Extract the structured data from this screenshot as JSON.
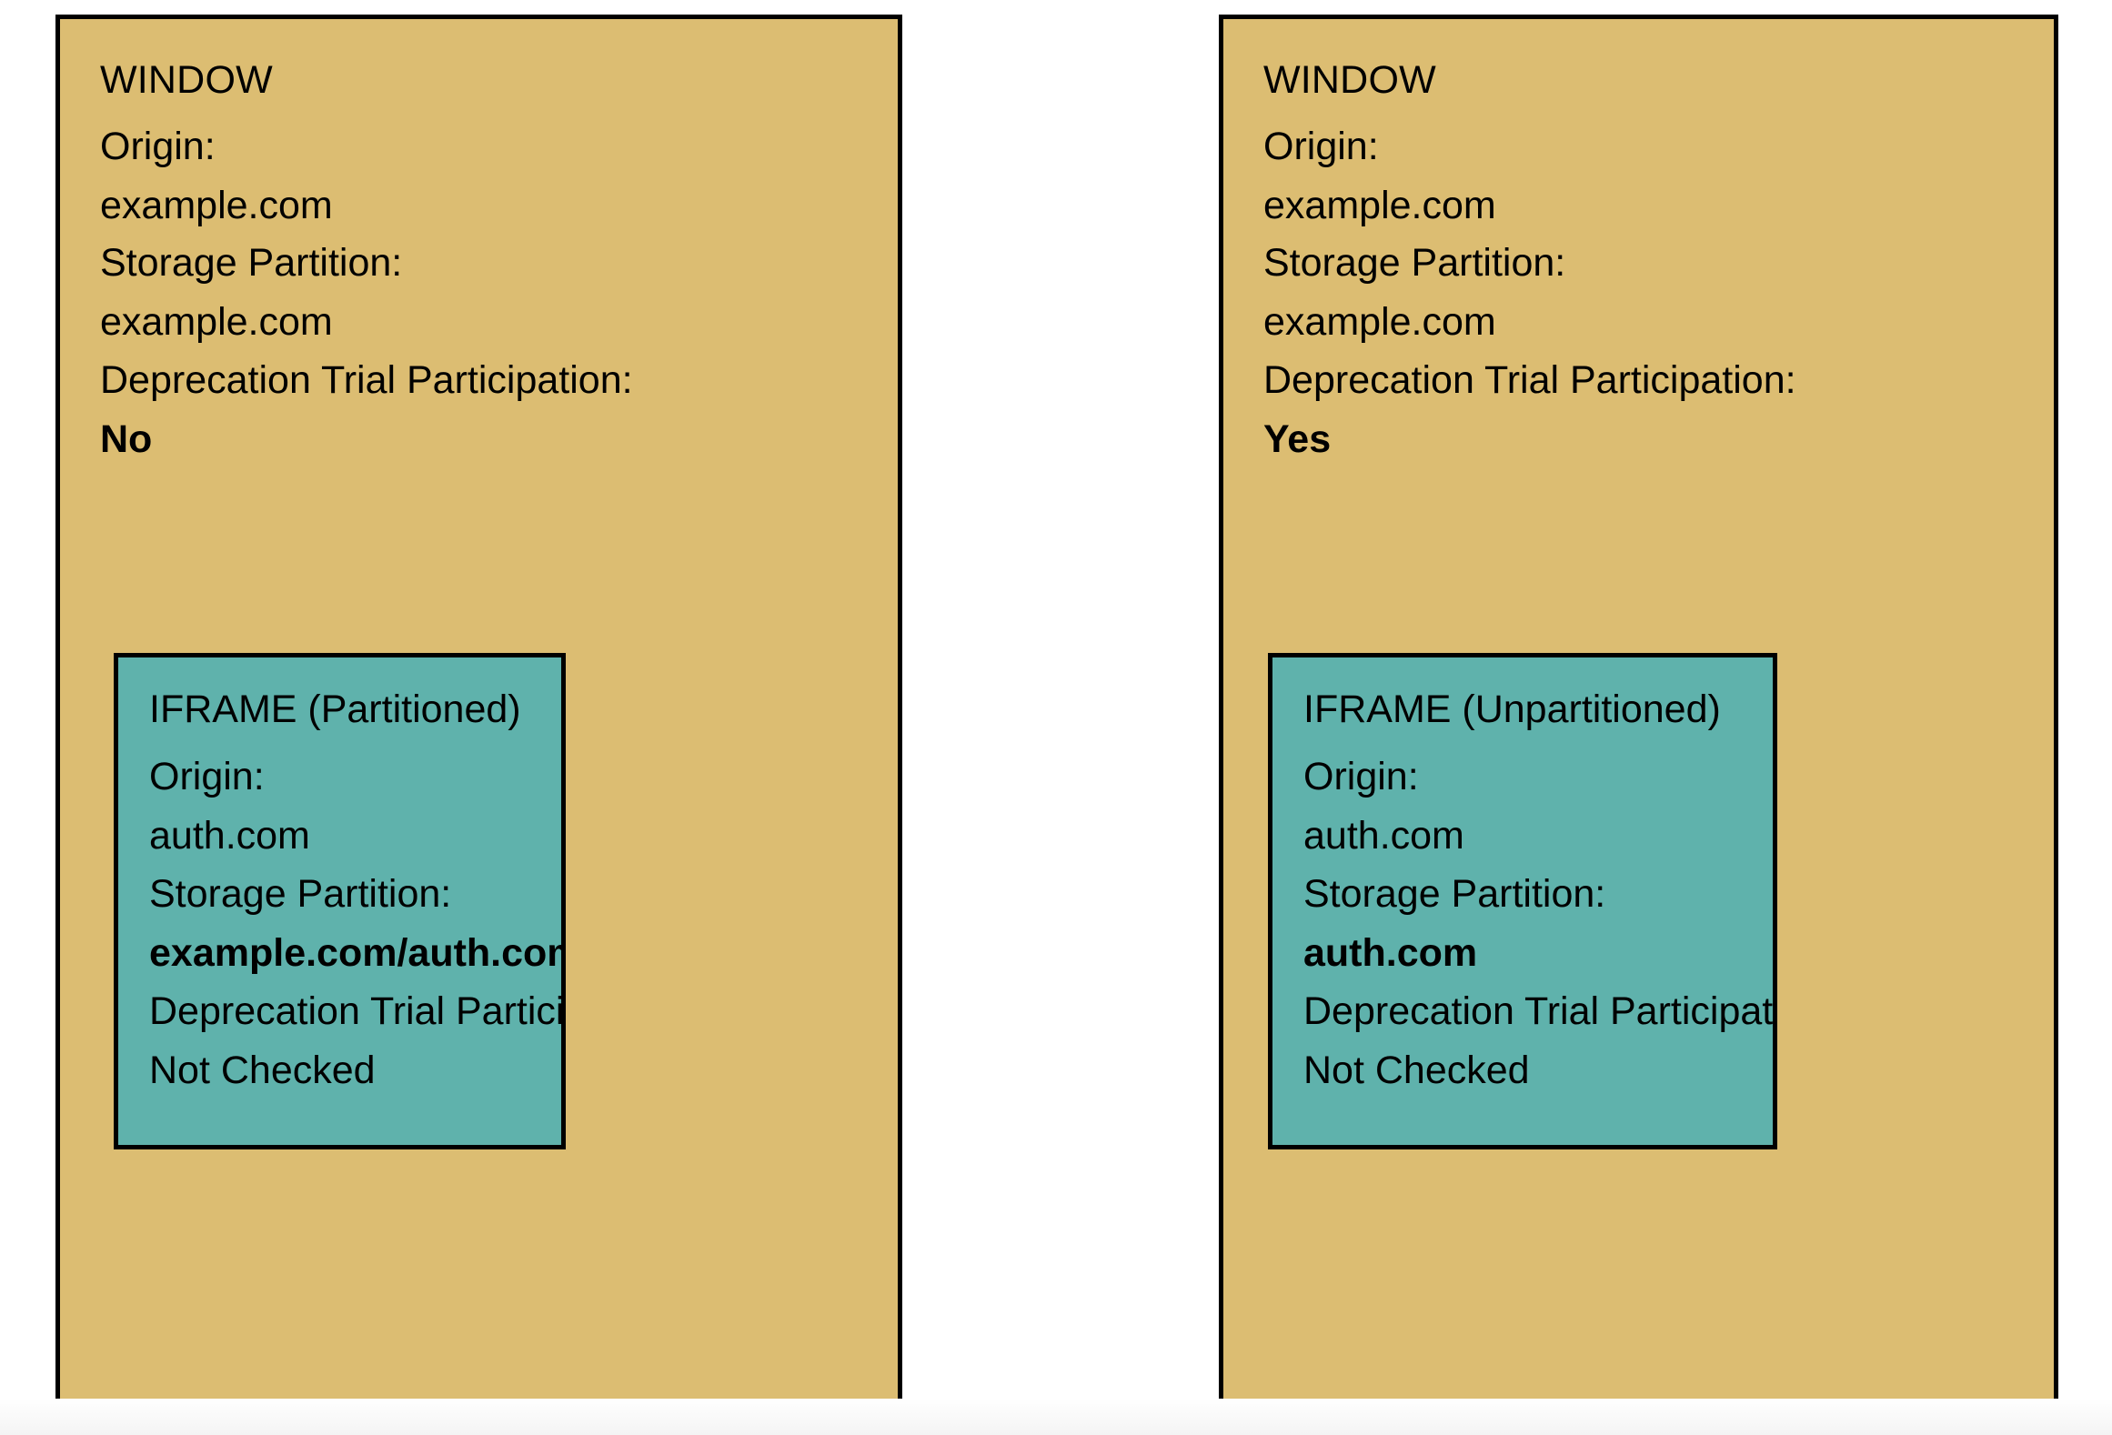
{
  "colors": {
    "window_fill": "#dcbd72",
    "iframe_fill": "#5fb2ac",
    "border": "#000000",
    "background": "#ffffff",
    "text": "#000000"
  },
  "labels": {
    "origin": "Origin:",
    "storage_partition": "Storage Partition:",
    "deprecation_trial": "Deprecation Trial Participation:"
  },
  "panels": [
    {
      "id": "left",
      "title": "WINDOW",
      "origin_value": "example.com",
      "storage_partition_value": "example.com",
      "deprecation_trial_value": "No",
      "deprecation_trial_bold": true,
      "iframe": {
        "title": "IFRAME (Partitioned)",
        "origin_value": "auth.com",
        "storage_partition_value": "example.com/auth.com",
        "storage_partition_bold": true,
        "deprecation_trial_value": "Not Checked",
        "deprecation_trial_bold": false
      }
    },
    {
      "id": "right",
      "title": "WINDOW",
      "origin_value": "example.com",
      "storage_partition_value": "example.com",
      "deprecation_trial_value": "Yes",
      "deprecation_trial_bold": true,
      "iframe": {
        "title": "IFRAME (Unpartitioned)",
        "origin_value": "auth.com",
        "storage_partition_value": "auth.com",
        "storage_partition_bold": true,
        "deprecation_trial_value": "Not Checked",
        "deprecation_trial_bold": false
      }
    }
  ]
}
